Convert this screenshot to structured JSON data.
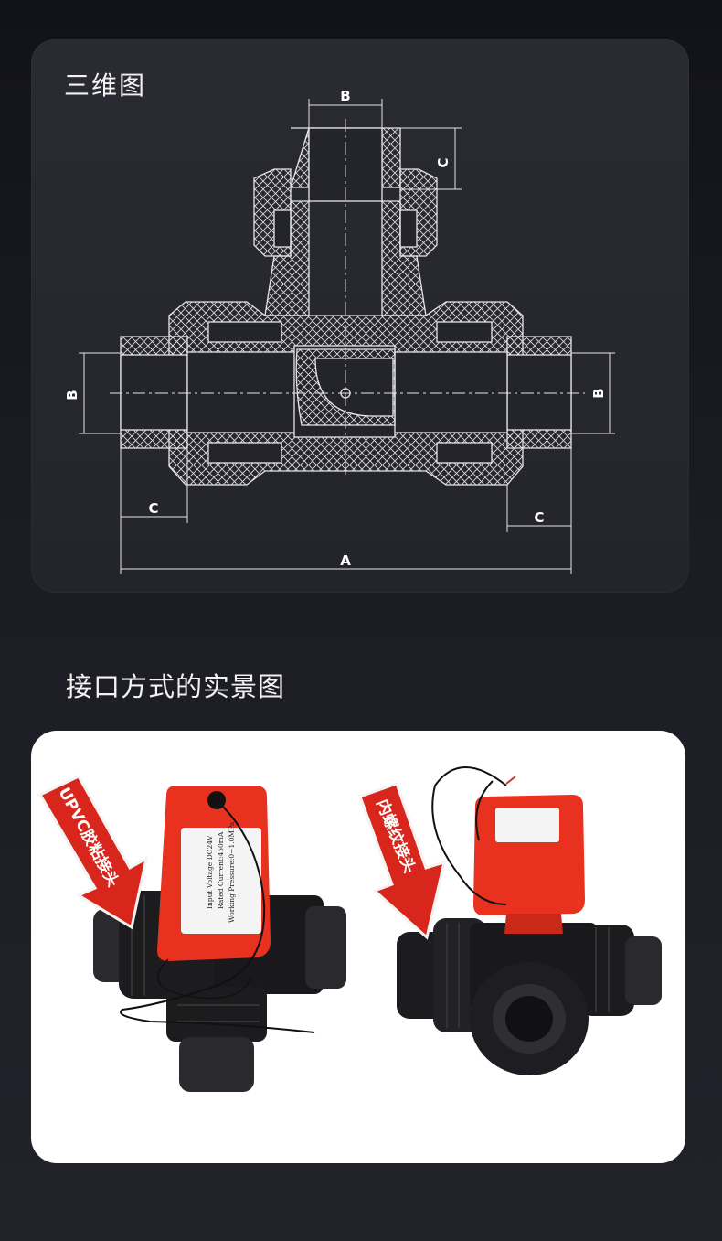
{
  "drawing": {
    "title": "三维图",
    "dimensions": {
      "a": "A",
      "b": "B",
      "c": "C"
    }
  },
  "interface_section": {
    "title": "接口方式的实景图",
    "products": [
      {
        "callout": "UPVC胶粘接头",
        "actuator_label": [
          "Input Voltage:DC24V",
          "Rated Current:450mA",
          "Working Pressure:0~1.0MPa"
        ]
      },
      {
        "callout": "内螺纹接头"
      }
    ]
  },
  "colors": {
    "actuator_red": "#e8321f",
    "arrow_red": "#d9261c",
    "valve_black": "#1c1c1f"
  }
}
